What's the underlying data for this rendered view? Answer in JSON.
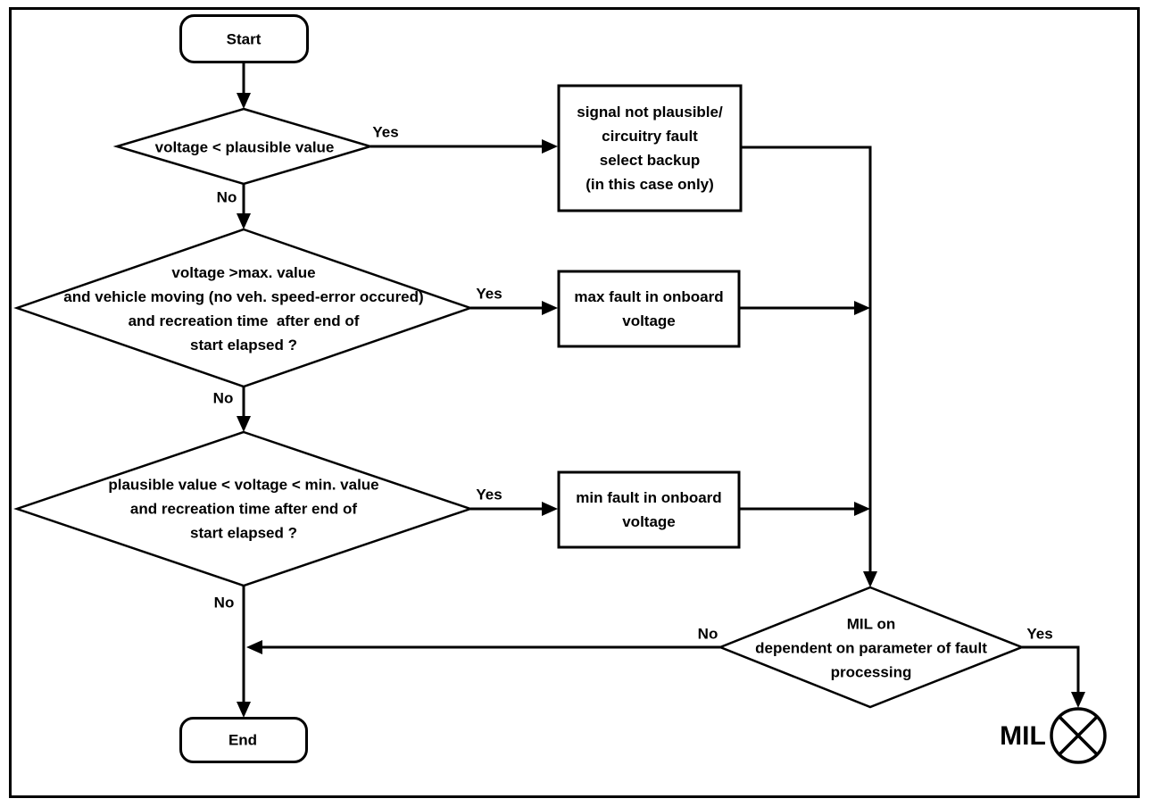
{
  "diagram": {
    "title_hint": "onboard voltage fault diagnosis flowchart",
    "colors": {
      "line": "#000000",
      "background": "#ffffff",
      "text": "#000000"
    },
    "nodes": {
      "start": {
        "label": "Start"
      },
      "decision_plausible": {
        "text": "voltage < plausible value"
      },
      "box_signal_not_plausible": {
        "text": "signal not plausible/\ncircuitry fault\nselect backup\n(in this case only)"
      },
      "decision_max": {
        "text": "voltage >max. value\nand vehicle moving (no veh. speed-error occured)\nand recreation time  after end of\nstart elapsed ?"
      },
      "box_max_fault": {
        "text": "max fault in onboard\nvoltage"
      },
      "decision_min": {
        "text": "plausible value < voltage < min. value\nand recreation time after end of\nstart elapsed ?"
      },
      "box_min_fault": {
        "text": "min fault in onboard\nvoltage"
      },
      "decision_mil": {
        "text": "MIL on\ndependent on parameter of fault\nprocessing"
      },
      "end": {
        "label": "End"
      },
      "lamp": {
        "label": "MIL"
      }
    },
    "edge_labels": {
      "d1_yes": "Yes",
      "d1_no": "No",
      "d2_yes": "Yes",
      "d2_no": "No",
      "d3_yes": "Yes",
      "d3_no": "No",
      "d4_yes": "Yes",
      "d4_no": "No"
    }
  }
}
